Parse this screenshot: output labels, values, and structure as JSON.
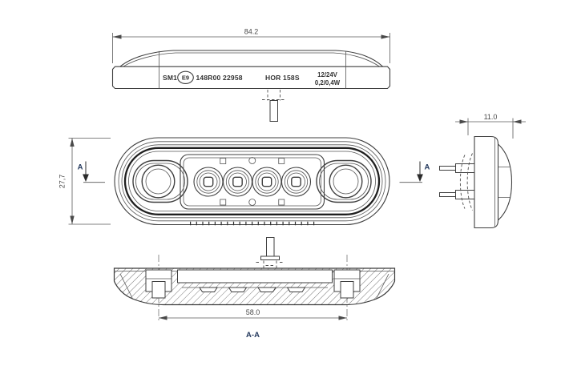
{
  "drawing": {
    "colors": {
      "background": "#ffffff",
      "line": "#3f3f3f",
      "dimension": "#4a4a4a",
      "section_label": "#253a5e"
    },
    "top_view": {
      "width_dim": "84.2",
      "marking": {
        "prefix": "SM1",
        "e_mark": "E9",
        "approval_number": "148R00 22958",
        "model": "HOR 158S",
        "voltage": "12/24V",
        "power": "0,2/0,4W"
      }
    },
    "front_view": {
      "height_dim": "27,7",
      "section_arrow_left": "A",
      "section_arrow_right": "A"
    },
    "side_view": {
      "depth_dim": "11.0"
    },
    "section_view": {
      "mounting_spacing_dim": "58.0",
      "section_label": "A-A"
    }
  }
}
